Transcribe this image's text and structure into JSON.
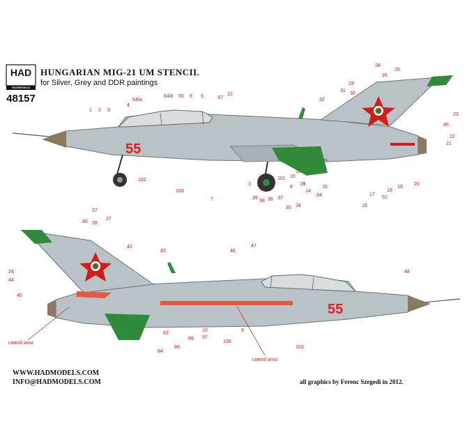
{
  "brand": {
    "logo_text": "HAD",
    "logo_sub": "HADMODELS",
    "product_code": "48157"
  },
  "header": {
    "title": "HUNGARIAN MIG-21 UM STENCIL",
    "subtitle": "for Silver, Grey and DDR paintings"
  },
  "footer": {
    "website": "WWW.HADMODELS.COM",
    "email": "INFO@HADMODELS.COM",
    "credit": "all graphics by Ferenc Szegedi in 2012."
  },
  "aircraft": {
    "number": "55",
    "colors": {
      "fuselage": "#b9c3c7",
      "nose": "#8a7b5e",
      "green": "#2f8a3a",
      "red": "#d21c1c",
      "callout": "#c41a1a"
    },
    "annotation_cutted": "cutted area"
  },
  "callouts_top": [
    "1",
    "2",
    "3",
    "4",
    "64/a",
    "64/b",
    "50",
    "6",
    "5",
    "47",
    "12",
    "32",
    "31",
    "29",
    "30",
    "28",
    "26",
    "25",
    "23",
    "45",
    "22",
    "21",
    "20",
    "19",
    "18",
    "17",
    "16",
    "51",
    "84",
    "15",
    "14",
    "13",
    "11",
    "10",
    "101",
    "8",
    "9",
    "34",
    "35",
    "37",
    "36",
    "38",
    "39",
    "3",
    "7",
    "103",
    "102"
  ],
  "callouts_bottom": [
    "40",
    "27",
    "28",
    "27",
    "42",
    "43",
    "24",
    "44",
    "45",
    "46",
    "47",
    "48",
    "63",
    "84",
    "98",
    "99",
    "97",
    "10",
    "100",
    "9",
    "103"
  ]
}
